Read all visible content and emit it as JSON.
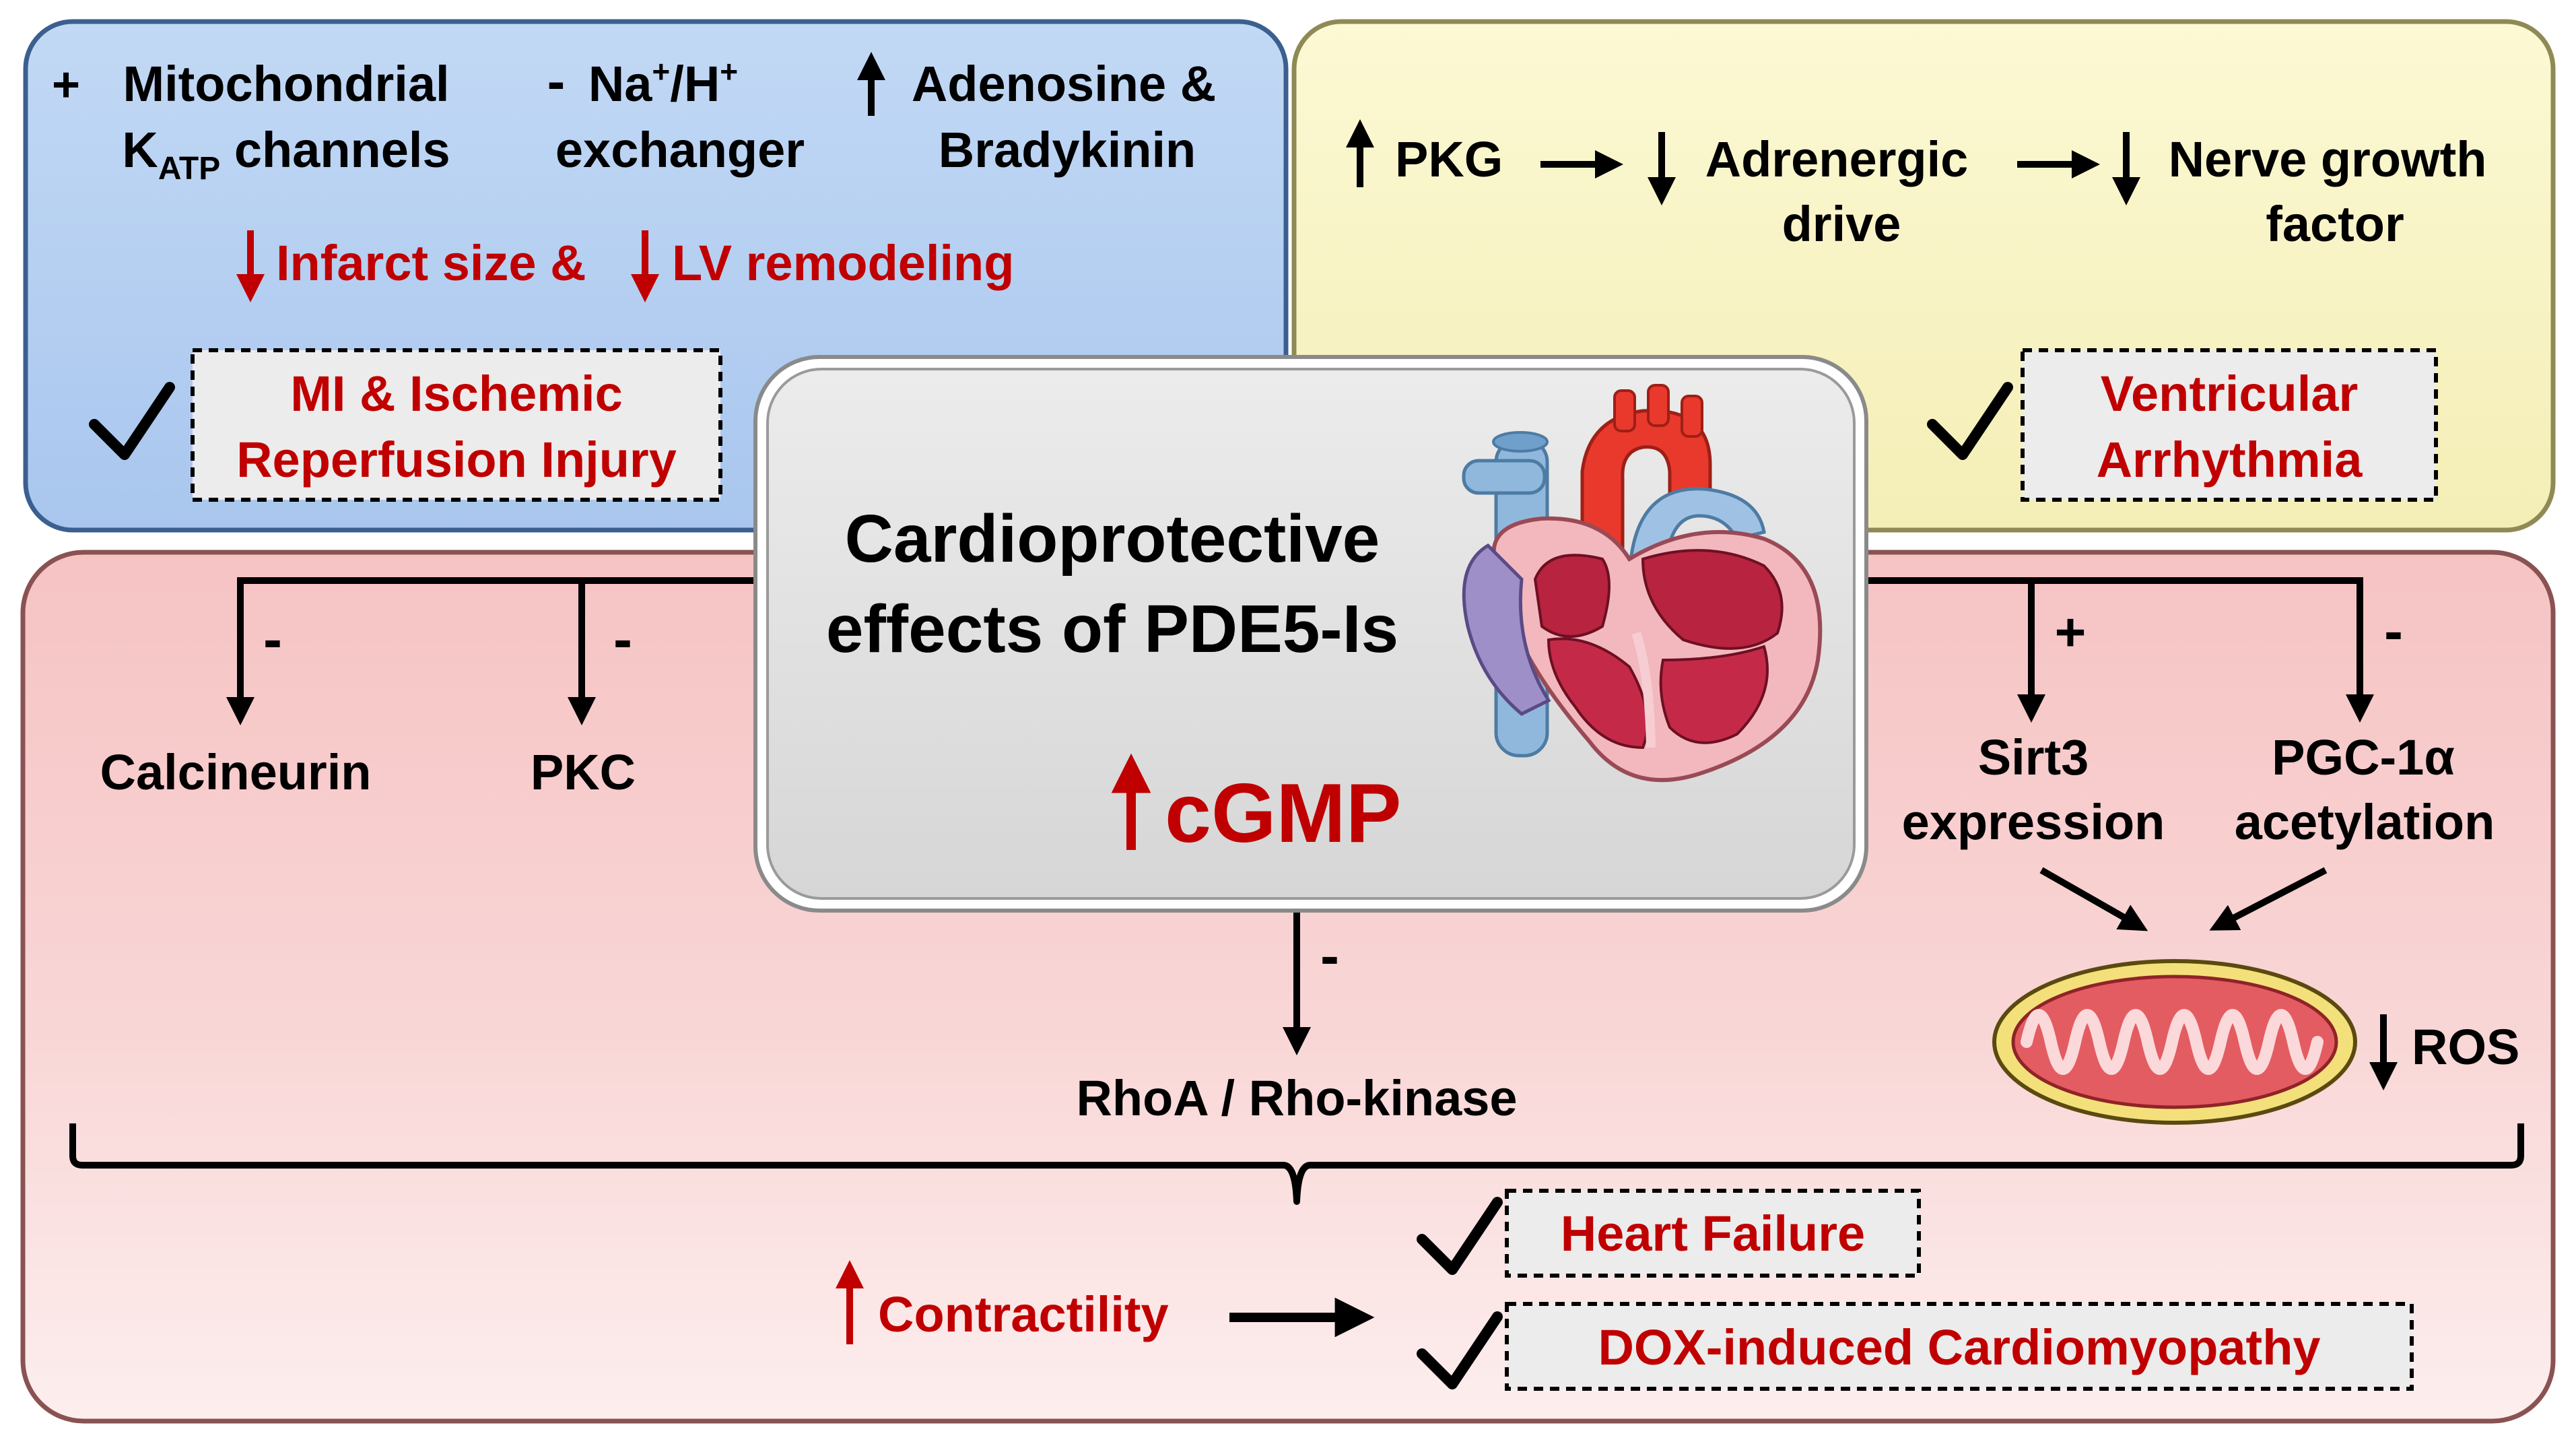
{
  "colors": {
    "blue_panel": "#c7ddf6",
    "yellow_panel": "#fbf8cf",
    "pink_panel": "#f8c8c8",
    "center_panel": "#e3e3e3",
    "red_text": "#c00000",
    "black": "#000000"
  },
  "top_left": {
    "col1_sign": "+",
    "col1_line1": "Mitochondrial",
    "col1_line2_base": "K",
    "col1_line2_sub": "ATP",
    "col1_line2_rest": " channels",
    "col2_sign": "-",
    "col2_line1_a": "Na",
    "col2_line1_sup1": "+",
    "col2_line1_b": "/H",
    "col2_line1_sup2": "+",
    "col2_line2": "exchanger",
    "col3_line1": "Adenosine &",
    "col3_line2": "Bradykinin",
    "effect_part1": "Infarct size &",
    "effect_part2": "LV remodeling",
    "outcome_line1": "MI & Ischemic",
    "outcome_line2": "Reperfusion Injury"
  },
  "top_right": {
    "step1": "PKG",
    "step2_line1": "Adrenergic",
    "step2_line2": "drive",
    "step3_line1": "Nerve growth",
    "step3_line2": "factor",
    "outcome_line1": "Ventricular",
    "outcome_line2": "Arrhythmia"
  },
  "center": {
    "title_line1": "Cardioprotective",
    "title_line2": "effects of PDE5-Is",
    "messenger": "cGMP",
    "heart_icon": "heart-icon"
  },
  "bottom": {
    "left_sign1": "-",
    "left_target1": "Calcineurin",
    "left_sign2": "-",
    "left_target2": "PKC",
    "down_sign": "-",
    "down_target": "RhoA / Rho-kinase",
    "right_sign1": "+",
    "right_target1_line1": "Sirt3",
    "right_target1_line2": "expression",
    "right_sign2": "-",
    "right_target2_line1": "PGC-1α",
    "right_target2_line2": "acetylation",
    "mito_icon": "mitochondrion-icon",
    "ros_label": "ROS",
    "contractility": "Contractility",
    "outcome1": "Heart Failure",
    "outcome2": "DOX-induced Cardiomyopathy"
  }
}
